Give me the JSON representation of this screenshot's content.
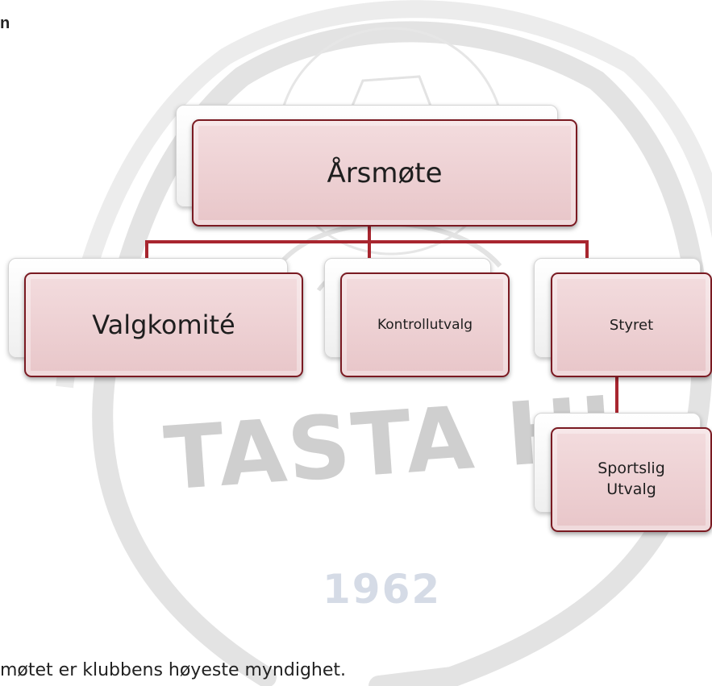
{
  "top_text": "n",
  "bottom_text": "møtet er klubbens høyeste myndighet.",
  "watermark": {
    "name": "TASTA HI",
    "year": "1962"
  },
  "org_chart": {
    "root": "Årsmøte",
    "children": [
      "Valgkomité",
      "Kontrollutvalg",
      "Styret"
    ],
    "sub": {
      "parent": "Styret",
      "line1": "Sportslig",
      "line2": "Utvalg"
    }
  },
  "colors": {
    "node_fill": "#ebcbce",
    "node_border": "#7a1a22",
    "connector": "#a8262f",
    "watermark": "#cfcfcf"
  }
}
